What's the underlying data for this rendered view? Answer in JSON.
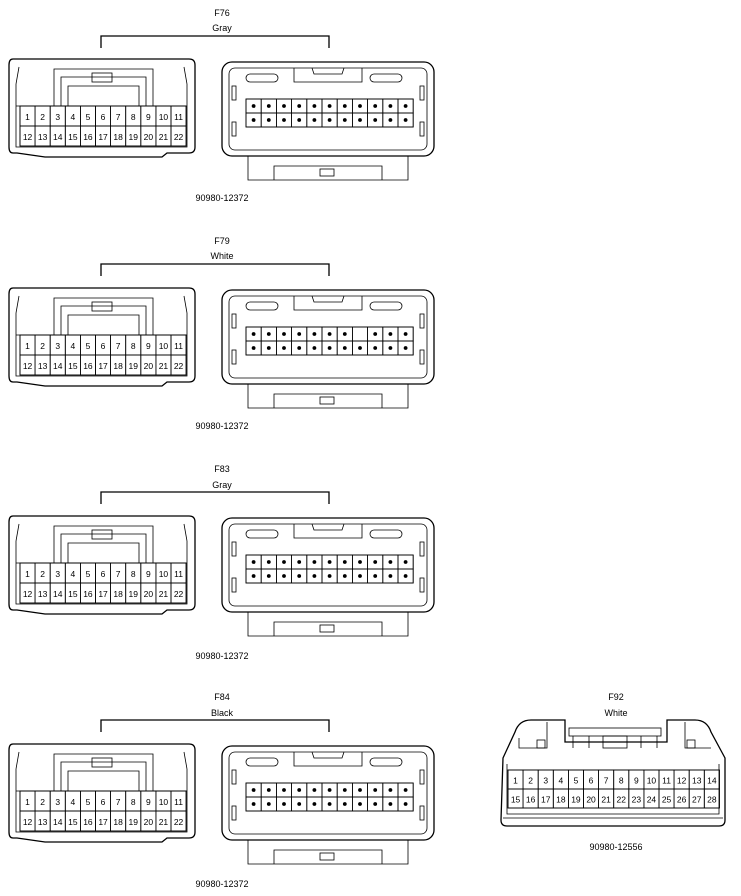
{
  "connectors": [
    {
      "code": "F76",
      "color": "Gray",
      "part_number": "90980-12372",
      "pins_top": [
        "1",
        "2",
        "3",
        "4",
        "5",
        "6",
        "7",
        "8",
        "9",
        "10",
        "11"
      ],
      "pins_bottom": [
        "12",
        "13",
        "14",
        "15",
        "16",
        "17",
        "18",
        "19",
        "20",
        "21",
        "22"
      ],
      "female_top_dots": [
        true,
        true,
        true,
        true,
        true,
        true,
        true,
        true,
        true,
        true,
        true
      ],
      "female_bottom_dots": [
        true,
        true,
        true,
        true,
        true,
        true,
        true,
        true,
        true,
        true,
        true
      ]
    },
    {
      "code": "F79",
      "color": "White",
      "part_number": "90980-12372",
      "pins_top": [
        "1",
        "2",
        "3",
        "4",
        "5",
        "6",
        "7",
        "8",
        "9",
        "10",
        "11"
      ],
      "pins_bottom": [
        "12",
        "13",
        "14",
        "15",
        "16",
        "17",
        "18",
        "19",
        "20",
        "21",
        "22"
      ],
      "female_top_dots": [
        true,
        true,
        true,
        true,
        true,
        true,
        true,
        false,
        true,
        true,
        true
      ],
      "female_bottom_dots": [
        true,
        true,
        true,
        true,
        true,
        true,
        true,
        true,
        true,
        true,
        true
      ]
    },
    {
      "code": "F83",
      "color": "Gray",
      "part_number": "90980-12372",
      "pins_top": [
        "1",
        "2",
        "3",
        "4",
        "5",
        "6",
        "7",
        "8",
        "9",
        "10",
        "11"
      ],
      "pins_bottom": [
        "12",
        "13",
        "14",
        "15",
        "16",
        "17",
        "18",
        "19",
        "20",
        "21",
        "22"
      ],
      "female_top_dots": [
        true,
        true,
        true,
        true,
        true,
        true,
        true,
        true,
        true,
        true,
        true
      ],
      "female_bottom_dots": [
        true,
        true,
        true,
        true,
        true,
        true,
        true,
        true,
        true,
        true,
        true
      ]
    },
    {
      "code": "F84",
      "color": "Black",
      "part_number": "90980-12372",
      "pins_top": [
        "1",
        "2",
        "3",
        "4",
        "5",
        "6",
        "7",
        "8",
        "9",
        "10",
        "11"
      ],
      "pins_bottom": [
        "12",
        "13",
        "14",
        "15",
        "16",
        "17",
        "18",
        "19",
        "20",
        "21",
        "22"
      ],
      "female_top_dots": [
        true,
        true,
        true,
        true,
        true,
        true,
        true,
        true,
        true,
        true,
        true
      ],
      "female_bottom_dots": [
        true,
        true,
        true,
        true,
        true,
        true,
        true,
        true,
        true,
        true,
        true
      ]
    }
  ],
  "connector_f92": {
    "code": "F92",
    "color": "White",
    "part_number": "90980-12556",
    "pins_top": [
      "1",
      "2",
      "3",
      "4",
      "5",
      "6",
      "7",
      "8",
      "9",
      "10",
      "11",
      "12",
      "13",
      "14"
    ],
    "pins_bottom": [
      "15",
      "16",
      "17",
      "18",
      "19",
      "20",
      "21",
      "22",
      "23",
      "24",
      "25",
      "26",
      "27",
      "28"
    ]
  }
}
